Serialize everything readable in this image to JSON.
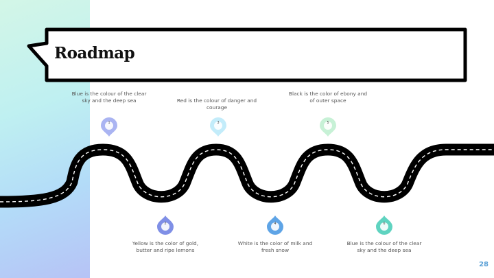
{
  "slide": {
    "title": "Roadmap",
    "page_number": "28",
    "colors": {
      "accent": "#5aa0d6",
      "road": "#000000",
      "road_marking": "#ffffff",
      "panel_gradient": [
        "#d3f6e7",
        "#bff0f1",
        "#b3dcf8",
        "#b6c3f6"
      ]
    },
    "milestones": [
      {
        "number": "1",
        "text": "Blue is the colour of the clear sky and the deep sea",
        "color": "#aab4f2",
        "position": "top"
      },
      {
        "number": "2",
        "text": "Yellow is the color of gold, butter and ripe lemons",
        "color": "#7f8fe6",
        "position": "bottom"
      },
      {
        "number": "3",
        "text": "Red is the colour of danger and courage",
        "color": "#c3ecfa",
        "position": "top"
      },
      {
        "number": "4",
        "text": "White is the color of milk and fresh snow",
        "color": "#5ea4e6",
        "position": "bottom"
      },
      {
        "number": "5",
        "text": "Black is the color of ebony and of outer space",
        "color": "#c7f1d6",
        "position": "top"
      },
      {
        "number": "6",
        "text": "Blue is the colour of the clear sky and the deep sea",
        "color": "#5fd3c0",
        "position": "bottom"
      }
    ]
  }
}
